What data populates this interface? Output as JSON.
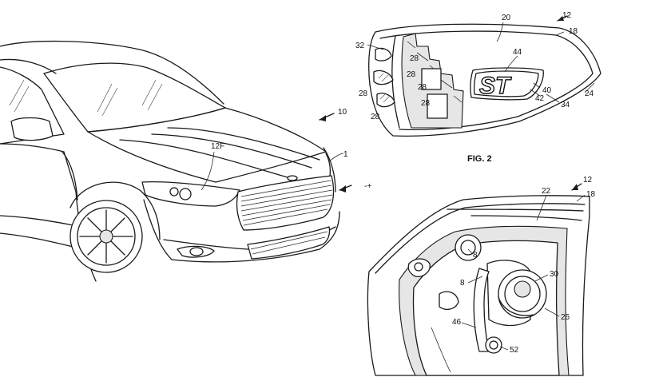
{
  "figure_caption": "FIG. 2",
  "car_labels": {
    "ref_10": "10",
    "ref_12f": "12F",
    "ref_1": "1"
  },
  "fig2_labels": {
    "ref_12": "12",
    "ref_18": "18",
    "ref_20": "20",
    "ref_32": "32",
    "ref_44": "44",
    "ref_28a": "28",
    "ref_28b": "28",
    "ref_28c": "28",
    "ref_28d": "28",
    "ref_28e": "28",
    "ref_28f": "28",
    "ref_40": "40",
    "ref_42": "42",
    "ref_34": "34",
    "ref_24": "24"
  },
  "emblem_text": "ST",
  "detail_labels": {
    "ref_12": "12",
    "ref_18": "18",
    "ref_22": "22",
    "ref_8a": "8",
    "ref_8b": "8",
    "ref_30": "30",
    "ref_26": "26",
    "ref_46": "46",
    "ref_52": "52"
  }
}
